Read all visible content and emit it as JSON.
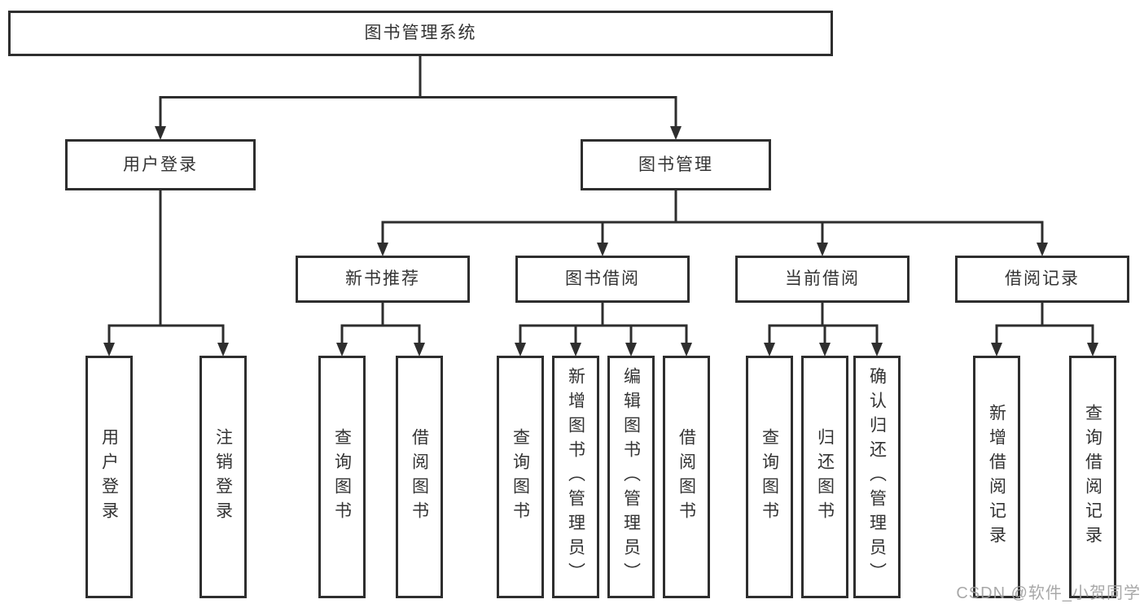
{
  "diagram": {
    "root": {
      "label": "图书管理系统"
    },
    "user_login": {
      "label": "用户登录",
      "children": [
        {
          "label": "用户登录"
        },
        {
          "label": "注销登录"
        }
      ]
    },
    "book_mgmt": {
      "label": "图书管理",
      "children": [
        {
          "label": "新书推荐",
          "children": [
            {
              "label": "查询图书"
            },
            {
              "label": "借阅图书"
            }
          ]
        },
        {
          "label": "图书借阅",
          "children": [
            {
              "label": "查询图书"
            },
            {
              "label": "新增图书（管理员）"
            },
            {
              "label": "编辑图书（管理员）"
            },
            {
              "label": "借阅图书"
            }
          ]
        },
        {
          "label": "当前借阅",
          "children": [
            {
              "label": "查询图书"
            },
            {
              "label": "归还图书"
            },
            {
              "label": "确认归还（管理员）"
            }
          ]
        },
        {
          "label": "借阅记录",
          "children": [
            {
              "label": "新增借阅记录"
            },
            {
              "label": "查询借阅记录"
            }
          ]
        }
      ]
    }
  },
  "watermark": {
    "text": "CSDN @软件_小贺同学"
  },
  "colors": {
    "line": "#2e2e2e",
    "box_border": "#2e2e2e",
    "box_fill": "#ffffff",
    "text": "#333333",
    "watermark": "#9e9e9e",
    "background": "#ffffff"
  }
}
